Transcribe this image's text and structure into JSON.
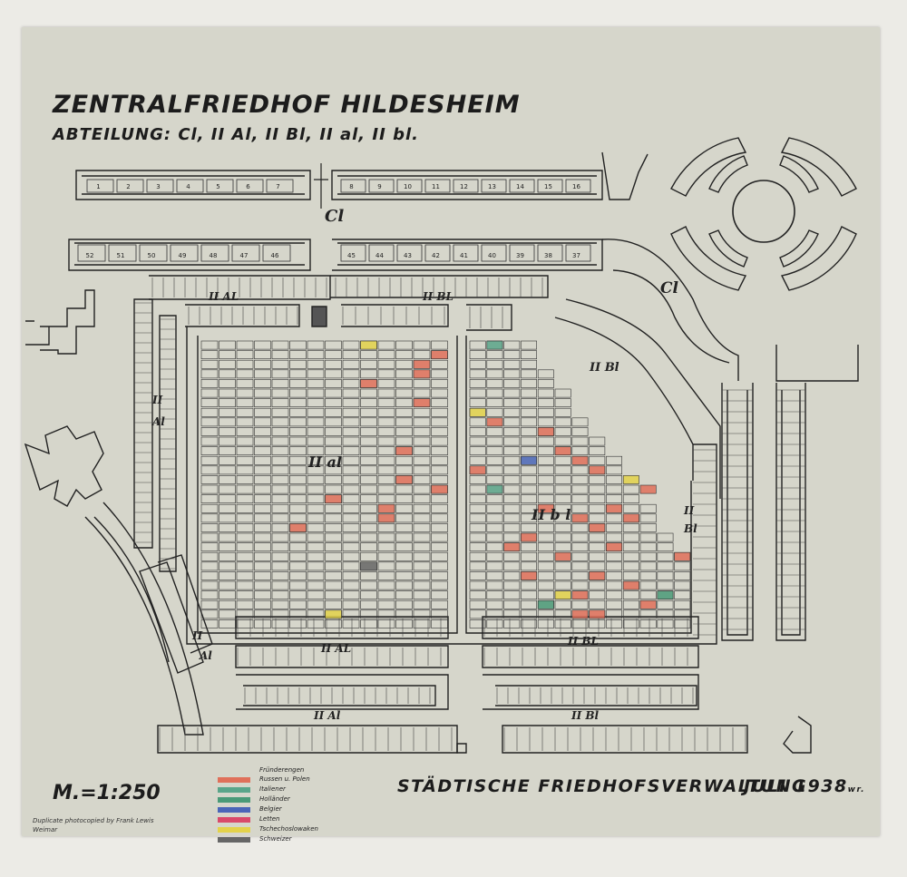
{
  "map": {
    "title": "ZENTRALFRIEDHOF HILDESHEIM",
    "subtitle": "ABTEILUNG: Cl, II Al, II Bl, II al, II bl.",
    "scale": "M.=1:250",
    "office": "STÄDTISCHE FRIEDHOFSVERWALTUNG",
    "date": "JULI 1938",
    "date_suffix": "wr.",
    "note": "Duplicate photocopied by Frank Lewis Weimar"
  },
  "sections": {
    "cl_top": "Cl",
    "cl_arc": "Cl",
    "iial_top": "II AL",
    "iibl_top": "II BL",
    "iial_left_1": "II",
    "iial_left_2": "Al",
    "iibl_arc": "II Bl",
    "iial_center": "II al",
    "iibl_center": "II b l",
    "iibl_right_1": "II",
    "iibl_right_2": "Bl",
    "iial_mid": "II AL",
    "iibl_mid": "II BL",
    "iial_low": "II Al",
    "iibl_low": "II Bl",
    "iial_diag_1": "II",
    "iial_diag_2": "Al"
  },
  "legend": {
    "title": "Fründerengen",
    "items": [
      {
        "label": "Russen u. Polen",
        "color": "#e0705a"
      },
      {
        "label": "Italiener",
        "color": "#5aa58a"
      },
      {
        "label": "Holländer",
        "color": "#4a9a78"
      },
      {
        "label": "Belgier",
        "color": "#4a66b8"
      },
      {
        "label": "Letten",
        "color": "#d94a6a"
      },
      {
        "label": "Tschechoslowaken",
        "color": "#e3d24a"
      },
      {
        "label": "Schweizer",
        "color": "#666666"
      }
    ]
  },
  "plot_numbers": {
    "cl_top_row": [
      "1",
      "2",
      "3",
      "4",
      "5",
      "6",
      "7",
      "",
      "8",
      "9",
      "10",
      "11",
      "12",
      "13",
      "14",
      "15",
      "16"
    ],
    "cl_second_row_left": [
      "52",
      "51",
      "50",
      "49",
      "48",
      "47",
      "46"
    ],
    "cl_second_row_right": [
      "45",
      "44",
      "43",
      "42",
      "41",
      "40",
      "39",
      "38",
      "37"
    ]
  },
  "highlighted_plots": [
    {
      "grid": "al",
      "col": 9,
      "row": 0,
      "color": "#e3d24a"
    },
    {
      "grid": "al",
      "col": 12,
      "row": 2,
      "color": "#e0705a"
    },
    {
      "grid": "al",
      "col": 9,
      "row": 4,
      "color": "#e0705a"
    },
    {
      "grid": "al",
      "col": 12,
      "row": 3,
      "color": "#e0705a"
    },
    {
      "grid": "al",
      "col": 12,
      "row": 6,
      "color": "#e0705a"
    },
    {
      "grid": "al",
      "col": 11,
      "row": 11,
      "color": "#e0705a"
    },
    {
      "grid": "al",
      "col": 11,
      "row": 14,
      "color": "#e0705a"
    },
    {
      "grid": "al",
      "col": 7,
      "row": 16,
      "color": "#e0705a"
    },
    {
      "grid": "al",
      "col": 10,
      "row": 17,
      "color": "#e0705a"
    },
    {
      "grid": "al",
      "col": 13,
      "row": 15,
      "color": "#e0705a"
    },
    {
      "grid": "al",
      "col": 5,
      "row": 19,
      "color": "#e0705a"
    },
    {
      "grid": "al",
      "col": 10,
      "row": 18,
      "color": "#e0705a"
    },
    {
      "grid": "al",
      "col": 9,
      "row": 23,
      "color": "#666666"
    },
    {
      "grid": "al",
      "col": 7,
      "row": 28,
      "color": "#e3d24a"
    },
    {
      "grid": "al",
      "col": 13,
      "row": 1,
      "color": "#e0705a"
    },
    {
      "grid": "bl",
      "col": 1,
      "row": 0,
      "color": "#5aa58a"
    },
    {
      "grid": "bl",
      "col": 0,
      "row": 7,
      "color": "#e3d24a"
    },
    {
      "grid": "bl",
      "col": 1,
      "row": 8,
      "color": "#e0705a"
    },
    {
      "grid": "bl",
      "col": 3,
      "row": 12,
      "color": "#4a66b8"
    },
    {
      "grid": "bl",
      "col": 1,
      "row": 15,
      "color": "#5aa58a"
    },
    {
      "grid": "bl",
      "col": 0,
      "row": 13,
      "color": "#e0705a"
    },
    {
      "grid": "bl",
      "col": 4,
      "row": 9,
      "color": "#e0705a"
    },
    {
      "grid": "bl",
      "col": 5,
      "row": 11,
      "color": "#e0705a"
    },
    {
      "grid": "bl",
      "col": 6,
      "row": 12,
      "color": "#e0705a"
    },
    {
      "grid": "bl",
      "col": 7,
      "row": 13,
      "color": "#e0705a"
    },
    {
      "grid": "bl",
      "col": 4,
      "row": 17,
      "color": "#e0705a"
    },
    {
      "grid": "bl",
      "col": 6,
      "row": 18,
      "color": "#e0705a"
    },
    {
      "grid": "bl",
      "col": 7,
      "row": 19,
      "color": "#e0705a"
    },
    {
      "grid": "bl",
      "col": 3,
      "row": 20,
      "color": "#e0705a"
    },
    {
      "grid": "bl",
      "col": 2,
      "row": 21,
      "color": "#e0705a"
    },
    {
      "grid": "bl",
      "col": 8,
      "row": 17,
      "color": "#e0705a"
    },
    {
      "grid": "bl",
      "col": 9,
      "row": 18,
      "color": "#e0705a"
    },
    {
      "grid": "bl",
      "col": 5,
      "row": 22,
      "color": "#e0705a"
    },
    {
      "grid": "bl",
      "col": 3,
      "row": 24,
      "color": "#e0705a"
    },
    {
      "grid": "bl",
      "col": 5,
      "row": 26,
      "color": "#e3d24a"
    },
    {
      "grid": "bl",
      "col": 4,
      "row": 27,
      "color": "#4a9a78"
    },
    {
      "grid": "bl",
      "col": 6,
      "row": 26,
      "color": "#e0705a"
    },
    {
      "grid": "bl",
      "col": 7,
      "row": 28,
      "color": "#e0705a"
    },
    {
      "grid": "bl",
      "col": 9,
      "row": 25,
      "color": "#e0705a"
    },
    {
      "grid": "bl",
      "col": 10,
      "row": 27,
      "color": "#e0705a"
    },
    {
      "grid": "bl",
      "col": 11,
      "row": 26,
      "color": "#4a9a78"
    },
    {
      "grid": "bl",
      "col": 12,
      "row": 22,
      "color": "#e0705a"
    },
    {
      "grid": "bl",
      "col": 9,
      "row": 14,
      "color": "#e3d24a"
    },
    {
      "grid": "bl",
      "col": 10,
      "row": 15,
      "color": "#e0705a"
    },
    {
      "grid": "bl",
      "col": 8,
      "row": 21,
      "color": "#e0705a"
    },
    {
      "grid": "bl",
      "col": 7,
      "row": 24,
      "color": "#e0705a"
    },
    {
      "grid": "bl",
      "col": 6,
      "row": 28,
      "color": "#e0705a"
    }
  ]
}
